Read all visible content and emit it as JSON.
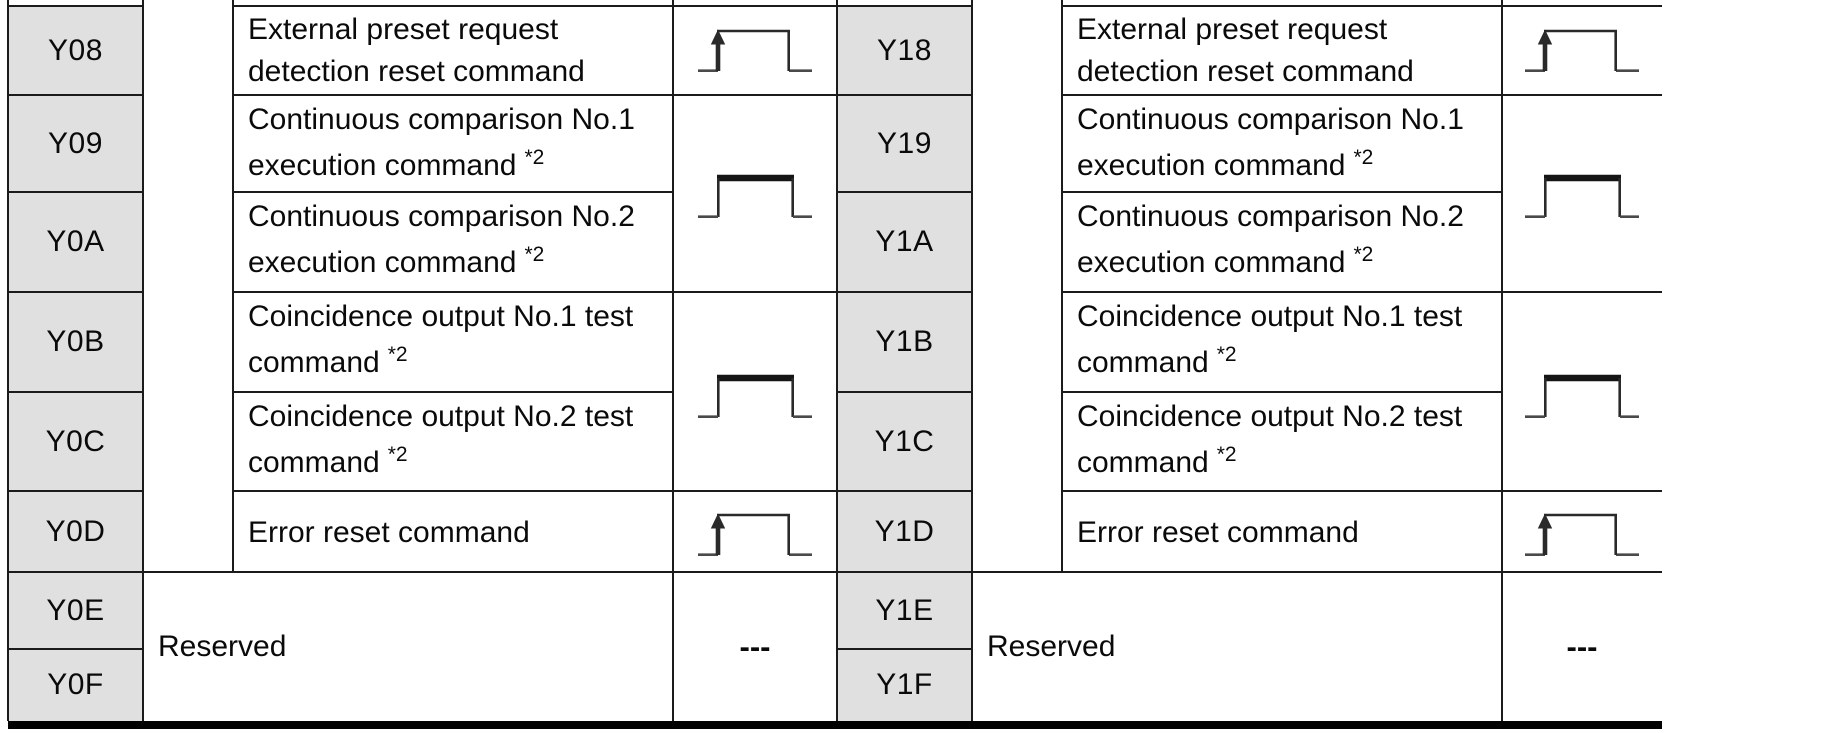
{
  "colors": {
    "cell_fill": "#e0e0e0",
    "grid_border": "#1b1b1b",
    "bottom_border": "#000000",
    "icon_stroke": "#2a2a2a",
    "icon_baseline": "#4a4a4a",
    "text": "#0a0a0a"
  },
  "tables": [
    {
      "name": "output-signals-ch1",
      "rows": [
        {
          "device": "Y08",
          "line1": "External preset request",
          "line2": "detection reset command",
          "sup2": "",
          "icon": "rising-edge-pulse"
        },
        {
          "device": "Y09",
          "line1": "Continuous comparison No.1",
          "line2": "execution command",
          "sup2": "*2",
          "icon": "level-pulse-shared"
        },
        {
          "device": "Y0A",
          "line1": "Continuous comparison No.2",
          "line2": "execution command",
          "sup2": "*2",
          "icon": "level-pulse-shared"
        },
        {
          "device": "Y0B",
          "line1": "Coincidence output No.1 test",
          "line2": "command",
          "sup2": "*2",
          "icon": "level-pulse-shared"
        },
        {
          "device": "Y0C",
          "line1": "Coincidence output No.2 test",
          "line2": "command",
          "sup2": "*2",
          "icon": "level-pulse-shared"
        },
        {
          "device": "Y0D",
          "line1": "Error reset command",
          "line2": "",
          "sup2": "",
          "icon": "rising-edge-pulse"
        }
      ],
      "reserved": {
        "device_top": "Y0E",
        "device_bottom": "Y0F",
        "label": "Reserved",
        "icon_text": "---"
      }
    },
    {
      "name": "output-signals-ch2",
      "rows": [
        {
          "device": "Y18",
          "line1": "External preset request",
          "line2": "detection reset command",
          "sup2": "",
          "icon": "rising-edge-pulse"
        },
        {
          "device": "Y19",
          "line1": "Continuous comparison No.1",
          "line2": "execution command",
          "sup2": "*2",
          "icon": "level-pulse-shared"
        },
        {
          "device": "Y1A",
          "line1": "Continuous comparison No.2",
          "line2": "execution command",
          "sup2": "*2",
          "icon": "level-pulse-shared"
        },
        {
          "device": "Y1B",
          "line1": "Coincidence output No.1 test",
          "line2": "command",
          "sup2": "*2",
          "icon": "level-pulse-shared"
        },
        {
          "device": "Y1C",
          "line1": "Coincidence output No.2 test",
          "line2": "command",
          "sup2": "*2",
          "icon": "level-pulse-shared"
        },
        {
          "device": "Y1D",
          "line1": "Error reset command",
          "line2": "",
          "sup2": "",
          "icon": "rising-edge-pulse"
        }
      ],
      "reserved": {
        "device_top": "Y1E",
        "device_bottom": "Y1F",
        "label": "Reserved",
        "icon_text": "---"
      }
    }
  ]
}
